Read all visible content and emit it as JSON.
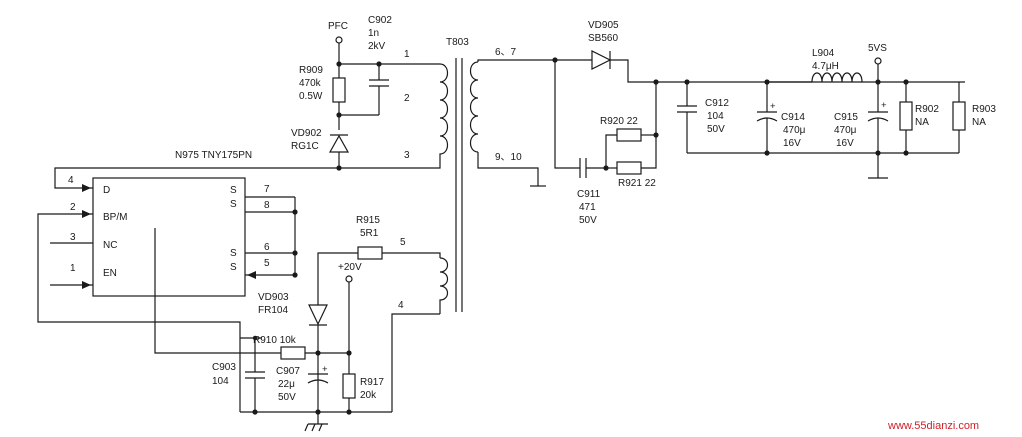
{
  "ic": {
    "ref": "N975",
    "part": "TNY175PN",
    "pins": {
      "d": "D",
      "bp": "BP/M",
      "nc": "NC",
      "en": "EN",
      "s1": "S",
      "s2": "S",
      "s3": "S",
      "s4": "S"
    }
  },
  "pin_numbers": {
    "p1": "1",
    "p2": "2",
    "p3": "3",
    "p4": "4",
    "p5": "5",
    "p6": "6",
    "p7": "7",
    "p8": "8"
  },
  "transformer": {
    "ref": "T803",
    "pin1": "1",
    "pin2": "2",
    "pin3": "3",
    "pin4": "4",
    "pin5": "5",
    "pin67": "6、7",
    "pin910": "9、10"
  },
  "pfc": "PFC",
  "c902": {
    "ref": "C902",
    "v1": "1n",
    "v2": "2kV"
  },
  "r909": {
    "ref": "R909",
    "v1": "470k",
    "v2": "0.5W"
  },
  "vd902": {
    "ref": "VD902",
    "v1": "RG1C"
  },
  "r915": {
    "ref": "R915",
    "v1": "5R1"
  },
  "plus20v": "+20V",
  "vd903": {
    "ref": "VD903",
    "v1": "FR104"
  },
  "r910": {
    "ref": "R910",
    "v1": "10k"
  },
  "c903": {
    "ref": "C903",
    "v1": "104"
  },
  "c907": {
    "ref": "C907",
    "v1": "22μ",
    "v2": "50V"
  },
  "r917": {
    "ref": "R917",
    "v1": "20k"
  },
  "vd905": {
    "ref": "VD905",
    "v1": "SB560"
  },
  "r920": {
    "ref": "R920",
    "v1": "22"
  },
  "r921": {
    "ref": "R921",
    "v1": "22"
  },
  "c911": {
    "ref": "C911",
    "v1": "471",
    "v2": "50V"
  },
  "c912": {
    "ref": "C912",
    "v1": "104",
    "v2": "50V"
  },
  "c914": {
    "ref": "C914",
    "v1": "470μ",
    "v2": "16V"
  },
  "l904": {
    "ref": "L904",
    "v1": "4.7μH"
  },
  "out5vs": "5VS",
  "c915": {
    "ref": "C915",
    "v1": "470μ",
    "v2": "16V"
  },
  "r902": {
    "ref": "R902",
    "v1": "NA"
  },
  "r903": {
    "ref": "R903",
    "v1": "NA"
  },
  "watermark": "www.55dianzi.com"
}
